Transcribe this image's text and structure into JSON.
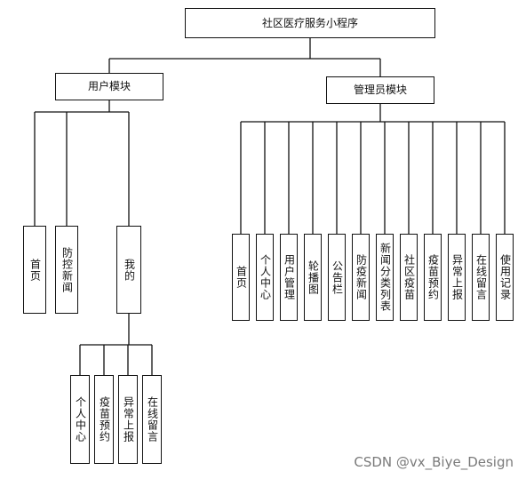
{
  "root": "社区医疗服务小程序",
  "user_module": {
    "title": "用户模块",
    "items": [
      "首页",
      "防控新闻",
      "我的"
    ],
    "my_children": [
      "个人中心",
      "疫苗预约",
      "异常上报",
      "在线留言"
    ]
  },
  "admin_module": {
    "title": "管理员模块",
    "items": [
      "首页",
      "个人中心",
      "用户管理",
      "轮播图",
      "公告栏",
      "防疫新闻",
      "新闻分类列表",
      "社区疫苗",
      "疫苗预约",
      "异常上报",
      "在线留言",
      "使用记录"
    ]
  },
  "watermark": "CSDN @vx_Biye_Design"
}
